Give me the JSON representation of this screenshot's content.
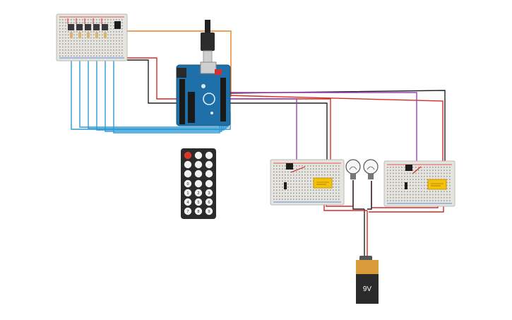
{
  "colors": {
    "wire_orange": "#e8822a",
    "wire_red": "#d92a2a",
    "wire_black": "#222222",
    "wire_purple": "#9b3fb5",
    "wire_blue": "#2f9ad6",
    "arduino": "#1f6fa8",
    "breadboard": "#e6e4df",
    "relay": "#f4c20d",
    "battery_top": "#d99a3a",
    "battery_body": "#2a2a2a",
    "remote": "#2b2b2b"
  },
  "components": {
    "arduino": {
      "name": "arduino-uno"
    },
    "remote": {
      "name": "ir-remote",
      "buttons": [
        "",
        "",
        "",
        "",
        "",
        "",
        "",
        "",
        "",
        "0",
        "",
        "",
        "1",
        "2",
        "3",
        "4",
        "5",
        "6",
        "7",
        "8",
        "9"
      ]
    },
    "battery": {
      "name": "9v-battery",
      "label": "9V"
    },
    "bulbs": [
      "light-bulb-left",
      "light-bulb-right"
    ],
    "breadboards": [
      "breadboard-top-left",
      "breadboard-relay-left",
      "breadboard-relay-right"
    ]
  }
}
